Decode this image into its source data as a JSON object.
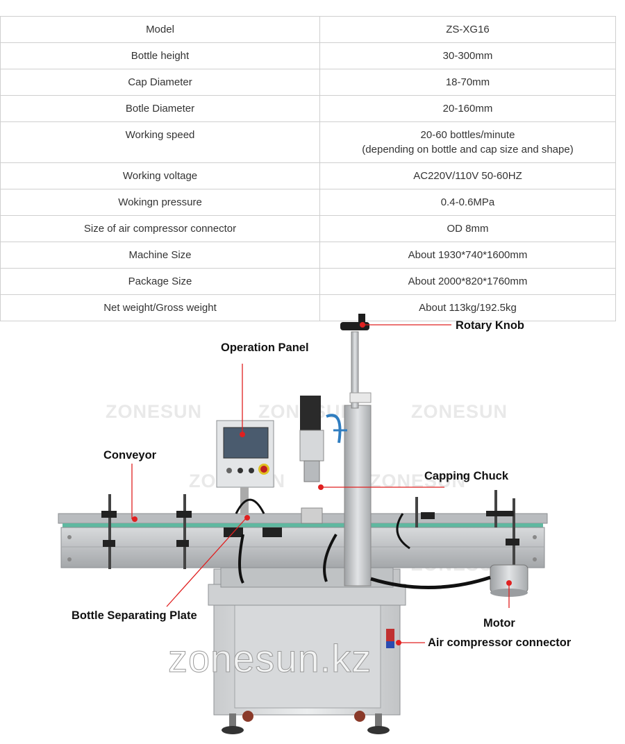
{
  "spec_table": {
    "rows": [
      {
        "label": "Model",
        "value": "ZS-XG16"
      },
      {
        "label": "Bottle height",
        "value": "30-300mm"
      },
      {
        "label": "Cap Diameter",
        "value": "18-70mm"
      },
      {
        "label": "Botle Diameter",
        "value": "20-160mm"
      },
      {
        "label": "Working speed",
        "value": "20-60 bottles/minute",
        "value_line2": "(depending on bottle and cap size and shape)"
      },
      {
        "label": "Working voltage",
        "value": "AC220V/110V 50-60HZ"
      },
      {
        "label": "Wokingn pressure",
        "value": "0.4-0.6MPa"
      },
      {
        "label": "Size of air compressor connector",
        "value": "OD 8mm"
      },
      {
        "label": "Machine Size",
        "value": "About 1930*740*1600mm"
      },
      {
        "label": "Package Size",
        "value": "About 2000*820*1760mm"
      },
      {
        "label": "Net weight/Gross weight",
        "value": "About 113kg/192.5kg"
      }
    ]
  },
  "figure": {
    "callouts": {
      "rotary_knob": "Rotary Knob",
      "operation_panel": "Operation Panel",
      "conveyor": "Conveyor",
      "capping_chuck": "Capping Chuck",
      "bottle_separating_plate": "Bottle Separating Plate",
      "motor": "Motor",
      "air_compressor_connector": "Air compressor connector"
    },
    "watermark_small": "ZONESUN",
    "watermark_large": "zonesun.kz",
    "colors": {
      "callout_line": "#e02020",
      "callout_dot": "#e02020"
    }
  }
}
